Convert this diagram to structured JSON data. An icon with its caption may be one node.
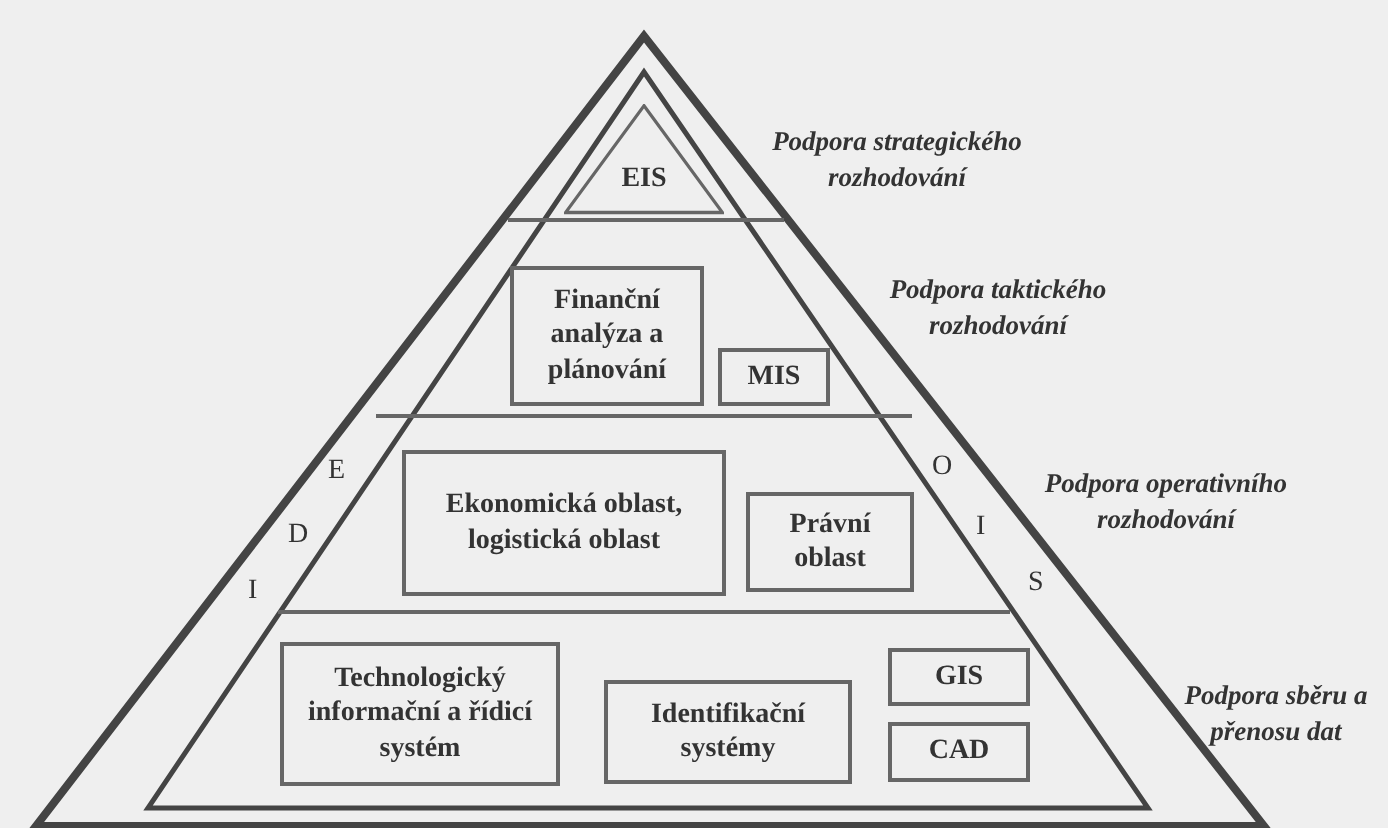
{
  "diagram": {
    "nodes": [
      {
        "text": [
          "EIS"
        ]
      },
      {
        "text": [
          "Finanční analýza a plánování"
        ]
      },
      {
        "text": [
          "MIS"
        ]
      },
      {
        "text": [
          "Ekonomická oblast, logistická oblast"
        ]
      },
      {
        "text": [
          "Právní oblast"
        ]
      },
      {
        "text": [
          "Technologický informační a řídicí systém"
        ]
      },
      {
        "text": [
          "Identifikační systémy"
        ]
      },
      {
        "text": [
          "GIS"
        ]
      },
      {
        "text": [
          "CAD"
        ]
      }
    ],
    "labels": [
      "Podpora strategického rozhodování",
      "Podpora taktického rozhodování",
      "E",
      "O",
      "Podpora operativního rozhodování",
      "D",
      "I",
      "I",
      "S",
      "Podpora sběru a přenosu dat"
    ]
  }
}
